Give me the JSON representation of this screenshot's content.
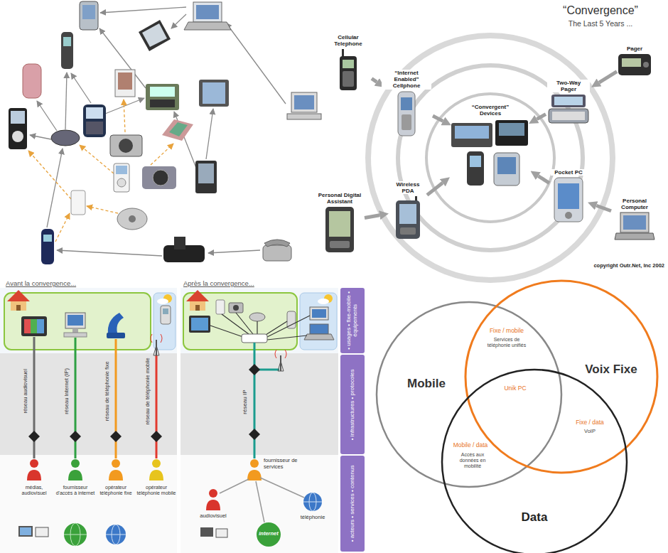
{
  "diagram": {
    "nodes": [
      {
        "text": [
          "Cellular Telephone"
        ]
      },
      {
        "text": [
          "“Internet Enabled” Cellphone"
        ]
      },
      {
        "text": [
          "Two-Way Pager"
        ]
      },
      {
        "text": [
          "Pager"
        ]
      },
      {
        "text": [
          "“Convergent” Devices"
        ]
      },
      {
        "text": [
          "Wireless PDA"
        ]
      },
      {
        "text": [
          "Pocket PC"
        ]
      },
      {
        "text": [
          "Personal Digital Assistant"
        ]
      },
      {
        "text": [
          "Personal Computer"
        ]
      },
      {
        "text": [
          "• usages • fixe-mobile • équipements"
        ]
      },
      {
        "text": [
          "• infrastructures • protocoles"
        ]
      },
      {
        "text": [
          "• acteurs • services • contenus"
        ]
      },
      {
        "text": [
          "Mobile"
        ]
      },
      {
        "text": [
          "Voix Fixe"
        ]
      },
      {
        "text": [
          "Data"
        ]
      }
    ],
    "edges": [
      {
        "from": 0,
        "to": 1,
        "arrow": "to"
      },
      {
        "from": 1,
        "to": 4,
        "arrow": "to"
      },
      {
        "from": 3,
        "to": 2,
        "arrow": "to"
      },
      {
        "from": 2,
        "to": 4,
        "arrow": "to"
      },
      {
        "from": 8,
        "to": 6,
        "arrow": "to"
      },
      {
        "from": 6,
        "to": 4,
        "arrow": "to"
      },
      {
        "from": 7,
        "to": 5,
        "arrow": "to"
      },
      {
        "from": 5,
        "to": 4,
        "arrow": "to"
      }
    ],
    "labels": [
      "“Convergence”",
      "The Last 5 Years ...",
      "copyright Outr.Net, Inc 2002",
      "Avant la convergence...",
      "Après la convergence...",
      "réseau audiovisuel",
      "réseau Internet (IP)",
      "réseau de téléphonie fixe",
      "réseau de téléphonie mobile",
      "médias, audiovisuel",
      "fournisseur d'accès à internet",
      "opérateur téléphonie fixe",
      "opérateur téléphonie mobile",
      "réseau IP",
      "fournisseur de services",
      "audiovisuel",
      "téléphonie",
      "internet",
      "Fixe / mobile",
      "Services de téléphonie unifiés",
      "Unik PC",
      "Mobile / data",
      "Accès aux données en mobilité",
      "Fixe / data",
      "VoIP"
    ]
  }
}
